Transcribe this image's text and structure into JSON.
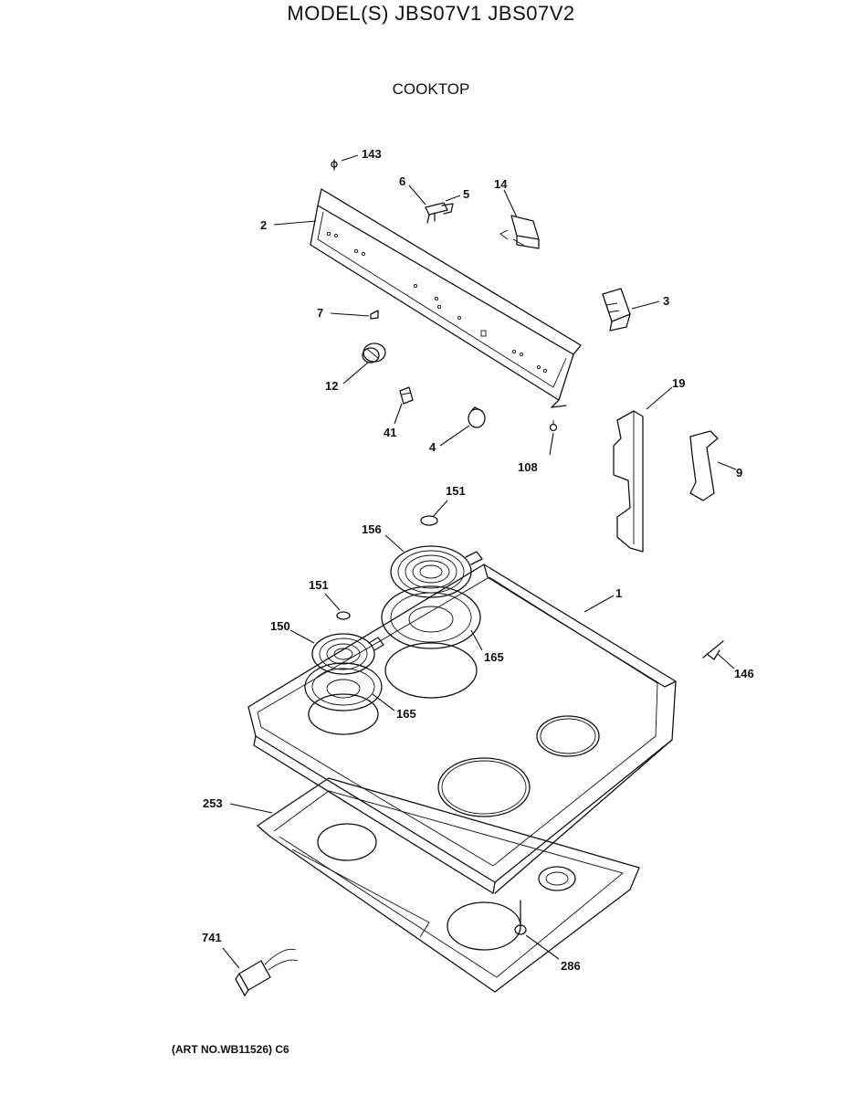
{
  "header": {
    "model": "MODEL(S) JBS07V1  JBS07V2",
    "section": "COOKTOP"
  },
  "footer": {
    "art_no": "(ART NO.WB11526) C6"
  },
  "callouts": {
    "c143": "143",
    "c6": "6",
    "c5": "5",
    "c14": "14",
    "c2": "2",
    "c3": "3",
    "c7": "7",
    "c12": "12",
    "c41": "41",
    "c4": "4",
    "c108": "108",
    "c19": "19",
    "c9": "9",
    "c151a": "151",
    "c156": "156",
    "c151b": "151",
    "c1": "1",
    "c150": "150",
    "c165a": "165",
    "c165b": "165",
    "c146": "146",
    "c253": "253",
    "c741": "741",
    "c286": "286"
  }
}
